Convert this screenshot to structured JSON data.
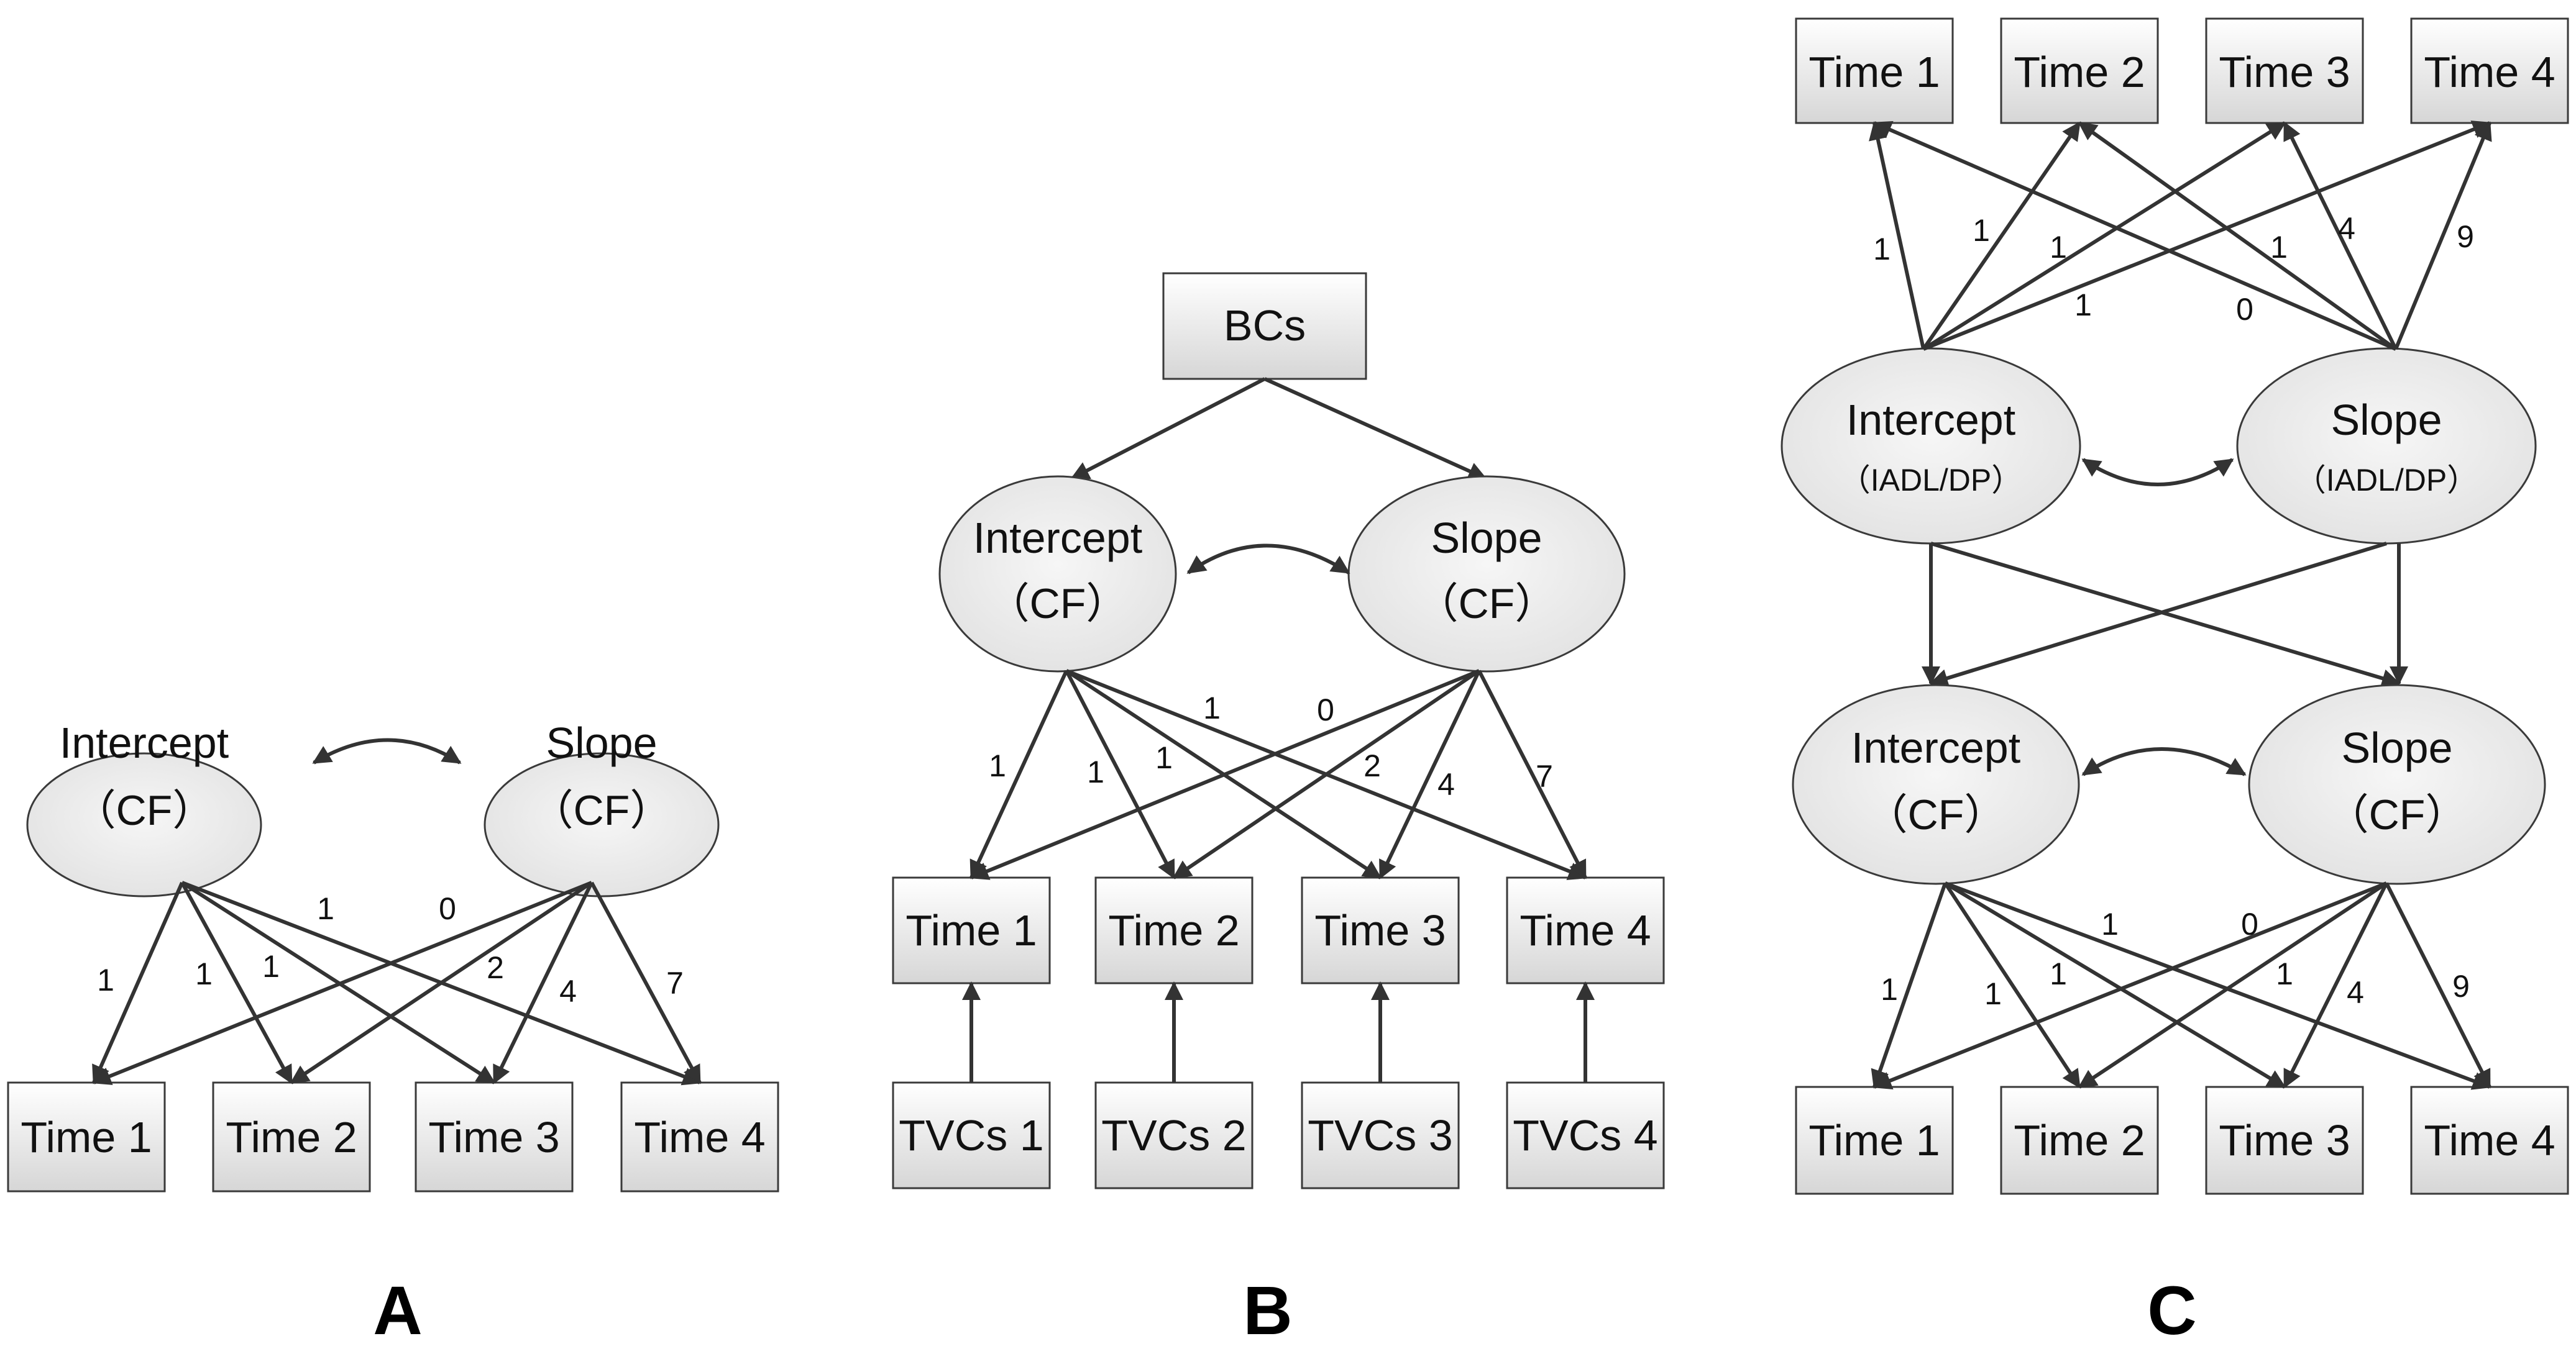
{
  "panels": {
    "A": {
      "label": "A",
      "intercept": {
        "line1": "Intercept",
        "line2": "（CF）"
      },
      "slope": {
        "line1": "Slope",
        "line2": "（CF）"
      },
      "times": [
        "Time 1",
        "Time 2",
        "Time 3",
        "Time 4"
      ],
      "intercept_loadings": [
        "1",
        "1",
        "1",
        "1"
      ],
      "slope_loadings": [
        "0",
        "2",
        "4",
        "7"
      ]
    },
    "B": {
      "label": "B",
      "bcs": "BCs",
      "intercept": {
        "line1": "Intercept",
        "line2": "（CF）"
      },
      "slope": {
        "line1": "Slope",
        "line2": "（CF）"
      },
      "times": [
        "Time 1",
        "Time 2",
        "Time 3",
        "Time 4"
      ],
      "tvcs": [
        "TVCs 1",
        "TVCs 2",
        "TVCs 3",
        "TVCs 4"
      ],
      "intercept_loadings": [
        "1",
        "1",
        "1",
        "1"
      ],
      "slope_loadings": [
        "0",
        "2",
        "4",
        "7"
      ]
    },
    "C": {
      "label": "C",
      "top_times": [
        "Time 1",
        "Time 2",
        "Time 3",
        "Time 4"
      ],
      "top_intercept": {
        "line1": "Intercept",
        "line2": "（IADL/DP）"
      },
      "top_slope": {
        "line1": "Slope",
        "line2": "（IADL/DP）"
      },
      "top_intercept_loadings": [
        "1",
        "1",
        "1",
        "1"
      ],
      "top_slope_loadings": [
        "0",
        "1",
        "4",
        "9"
      ],
      "bottom_intercept": {
        "line1": "Intercept",
        "line2": "（CF）"
      },
      "bottom_slope": {
        "line1": "Slope",
        "line2": "（CF）"
      },
      "bottom_times": [
        "Time 1",
        "Time 2",
        "Time 3",
        "Time 4"
      ],
      "bottom_intercept_loadings": [
        "1",
        "1",
        "1",
        "1"
      ],
      "bottom_slope_loadings": [
        "0",
        "1",
        "4",
        "9"
      ]
    }
  },
  "colors": {
    "box_fill_top": "#ffffff",
    "box_fill_bottom": "#d9d9d9",
    "ellipse_fill": "#ececec",
    "stroke": "#333333"
  }
}
